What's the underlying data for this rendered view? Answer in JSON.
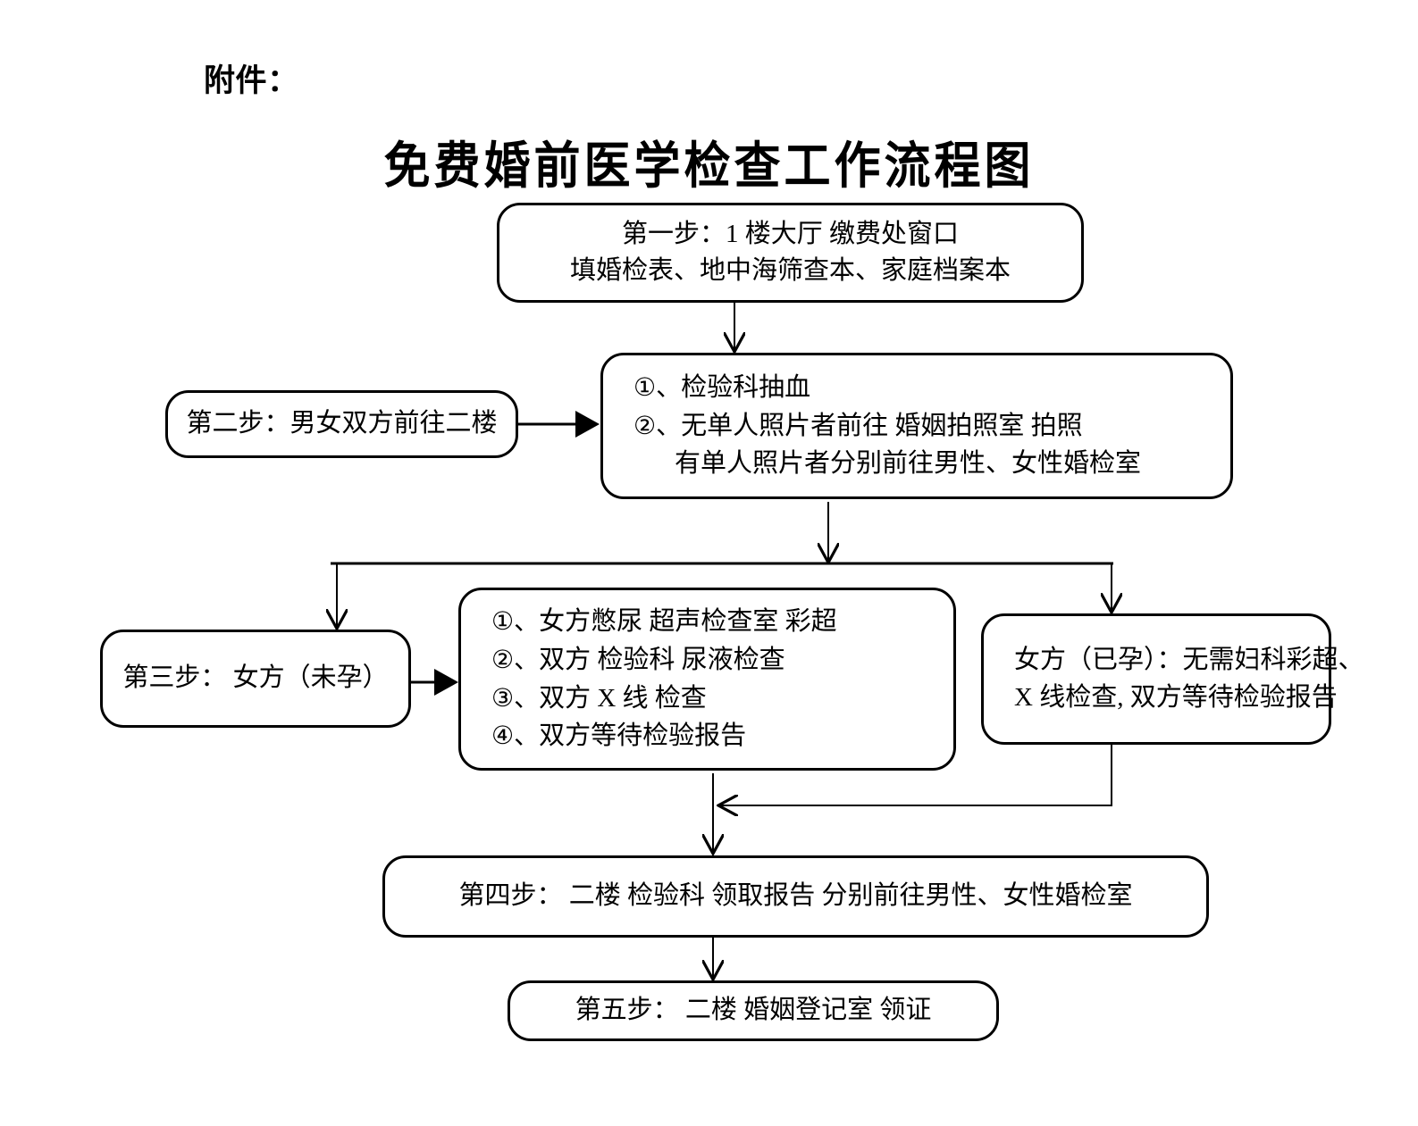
{
  "page": {
    "attachment_label": "附件：",
    "title": "免费婚前医学检查工作流程图"
  },
  "nodes": {
    "step1": {
      "name": "第一步",
      "lines": [
        "第一步：1 楼大厅  缴费处窗口",
        "填婚检表、地中海筛查本、家庭档案本"
      ]
    },
    "step2": {
      "name": "第二步",
      "lines": [
        "第二步：男女双方前往二楼"
      ]
    },
    "lab_tasks": {
      "items": [
        {
          "num": "①、",
          "text": "检验科抽血",
          "sub": false
        },
        {
          "num": "②、",
          "text": "无单人照片者前往  婚姻拍照室  拍照",
          "sub": false
        },
        {
          "num": "",
          "text": "有单人照片者分别前往男性、女性婚检室",
          "sub": true
        }
      ]
    },
    "step3": {
      "name": "第三步",
      "lines": [
        "第三步： 女方（未孕）"
      ]
    },
    "unpregnant_tasks": {
      "items": [
        {
          "num": "①、",
          "text": "女方憋尿  超声检查室  彩超"
        },
        {
          "num": "②、",
          "text": "双方  检验科  尿液检查"
        },
        {
          "num": "③、",
          "text": "双方  X 线  检查"
        },
        {
          "num": "④、",
          "text": "双方等待检验报告"
        }
      ]
    },
    "pregnant_note": {
      "lines": [
        "女方（已孕）：无需妇科彩超、",
        "X 线检查, 双方等待检验报告"
      ]
    },
    "step4": {
      "name": "第四步",
      "lines": [
        "第四步： 二楼  检验科  领取报告  分别前往男性、女性婚检室"
      ]
    },
    "step5": {
      "name": "第五步",
      "lines": [
        "第五步： 二楼  婚姻登记室  领证"
      ]
    }
  },
  "flow": {
    "edges": [
      {
        "from": "step1",
        "to": "lab_tasks",
        "type": "vertical-arrow"
      },
      {
        "from": "step2",
        "to": "lab_tasks",
        "type": "horizontal-arrow"
      },
      {
        "from": "lab_tasks",
        "to": "branch-bus",
        "type": "vertical-arrow"
      },
      {
        "from": "branch-bus",
        "to": "step3",
        "type": "vertical-arrow"
      },
      {
        "from": "branch-bus",
        "to": "pregnant_note",
        "type": "vertical-arrow"
      },
      {
        "from": "step3",
        "to": "unpregnant_tasks",
        "type": "horizontal-arrow"
      },
      {
        "from": "unpregnant_tasks",
        "to": "merge-bus",
        "type": "vertical-arrow"
      },
      {
        "from": "pregnant_note",
        "to": "merge-bus",
        "type": "horizontal-arrow"
      },
      {
        "from": "merge-bus",
        "to": "step4",
        "type": "vertical-arrow"
      },
      {
        "from": "step4",
        "to": "step5",
        "type": "vertical-arrow"
      }
    ]
  },
  "colors": {
    "stroke": "#000000",
    "background": "#ffffff",
    "text": "#000000"
  }
}
